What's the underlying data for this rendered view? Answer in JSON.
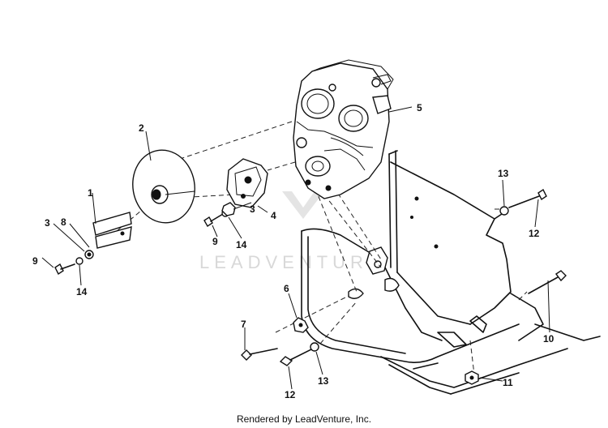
{
  "watermark": "LEADVENTURE",
  "footer": "Rendered by LeadVenture, Inc.",
  "callouts": {
    "c1": "1",
    "c2": "2",
    "c3a": "3",
    "c3b": "3",
    "c4": "4",
    "c5": "5",
    "c6": "6",
    "c7": "7",
    "c8": "8",
    "c9a": "9",
    "c9b": "9",
    "c10": "10",
    "c11": "11",
    "c12a": "12",
    "c12b": "12",
    "c13a": "13",
    "c13b": "13",
    "c14a": "14",
    "c14b": "14"
  }
}
